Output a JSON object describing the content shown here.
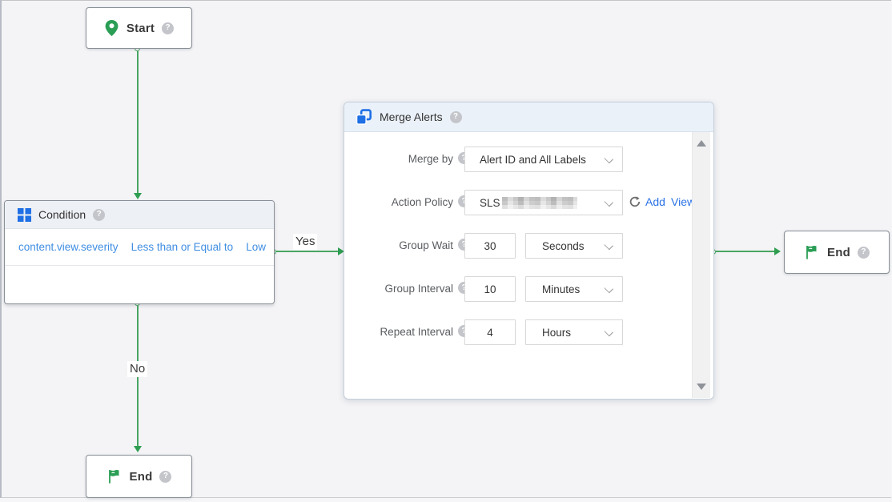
{
  "icons": {
    "help_glyph": "?"
  },
  "colors": {
    "edge_green": "#49a663",
    "icon_green": "#2b9e55",
    "icon_blue": "#1f6fe5",
    "condition_link_blue": "#3f8ee2",
    "action_link_blue": "#2a72e5"
  },
  "nodes": {
    "start": {
      "title": "Start"
    },
    "condition": {
      "title": "Condition",
      "field": "content.view.severity",
      "operator": "Less than or Equal to",
      "value": "Low"
    },
    "merge_alerts": {
      "title": "Merge Alerts",
      "merge_by": {
        "label": "Merge by",
        "value": "Alert ID and All Labels"
      },
      "action_policy": {
        "label": "Action Policy",
        "value": "SLS",
        "add_link": "Add",
        "view_link": "View"
      },
      "group_wait": {
        "label": "Group Wait",
        "value": "30",
        "unit": "Seconds"
      },
      "group_interval": {
        "label": "Group Interval",
        "value": "10",
        "unit": "Minutes"
      },
      "repeat_interval": {
        "label": "Repeat Interval",
        "value": "4",
        "unit": "Hours"
      }
    },
    "end_right": {
      "title": "End"
    },
    "end_bottom": {
      "title": "End"
    }
  },
  "edges": {
    "yes": "Yes",
    "no": "No"
  }
}
